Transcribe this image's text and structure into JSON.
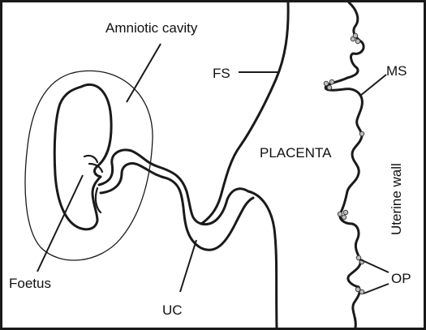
{
  "labels": {
    "amniotic_cavity": "Amniotic cavity",
    "fs": "FS",
    "ms": "MS",
    "placenta": "PLACENTA",
    "uterine_wall": "Uterine wall",
    "foetus": "Foetus",
    "uc": "UC",
    "op": "OP"
  }
}
